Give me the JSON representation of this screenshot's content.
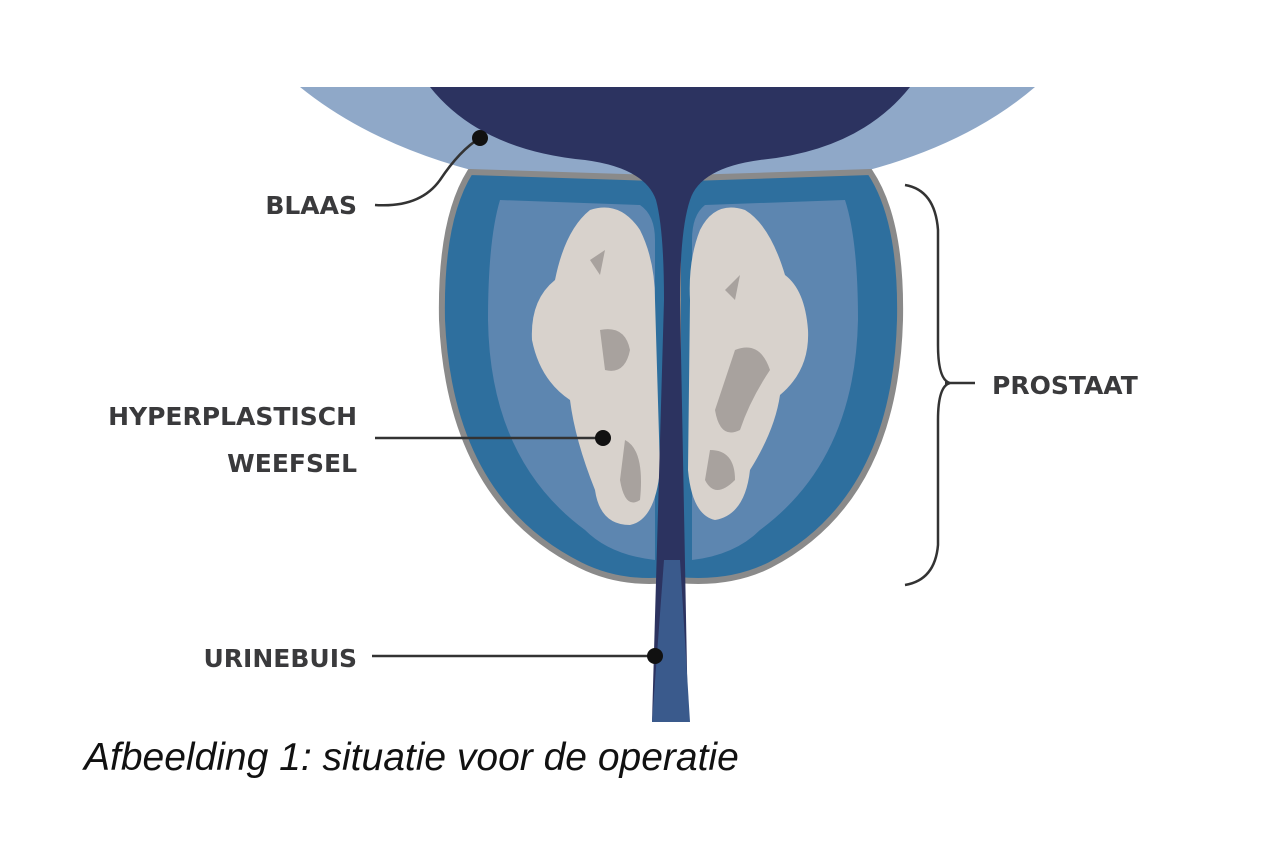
{
  "labels": {
    "bladder": "BLAAS",
    "tissue_line1": "HYPERPLASTISCH",
    "tissue_line2": "WEEFSEL",
    "urethra": "URINEBUIS",
    "prostate": "PROSTAAT"
  },
  "caption": "Afbeelding 1: situatie voor de operatie",
  "colors": {
    "bladder_wall": "#8fa8c8",
    "bladder_inner": "#2c3360",
    "prostate_outer": "#2e6f9e",
    "prostate_inner": "#5d86b0",
    "outline": "#8a8a8a",
    "tissue": "#d8d2cc",
    "tissue_spots": "#a8a29e"
  }
}
